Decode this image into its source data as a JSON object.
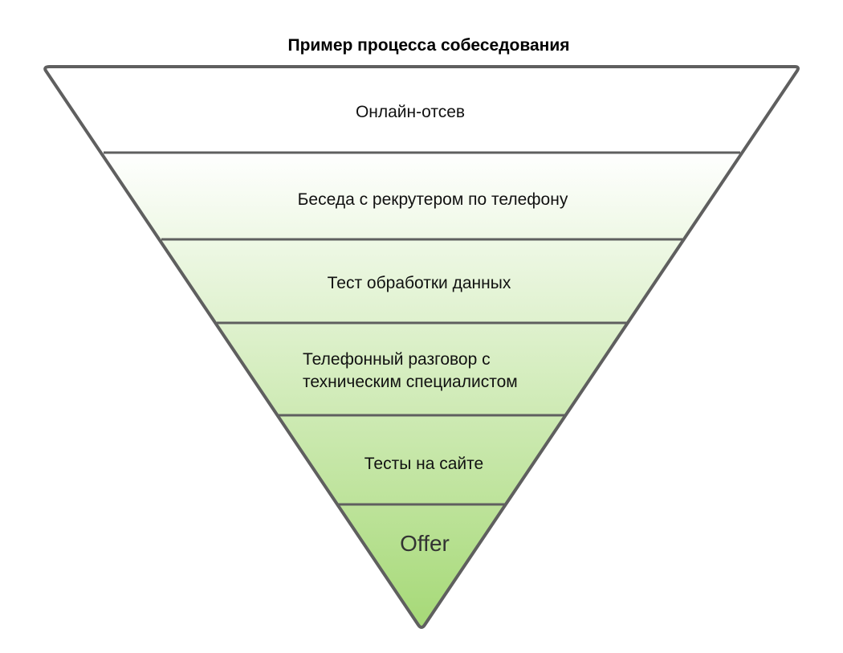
{
  "title": "Пример процесса собеседования",
  "stages": [
    {
      "label": "Онлайн-отсев"
    },
    {
      "label": "Беседа с рекрутером по телефону"
    },
    {
      "label": "Тест обработки данных"
    },
    {
      "label_line1": "Телефонный разговор с",
      "label_line2": "техническим специалистом"
    },
    {
      "label": "Тесты на сайте"
    },
    {
      "label": "Offer"
    }
  ],
  "colors": {
    "outline": "#5f5f5f",
    "fill_top": "#ffffff",
    "fill_bottom": "#a6d977"
  }
}
